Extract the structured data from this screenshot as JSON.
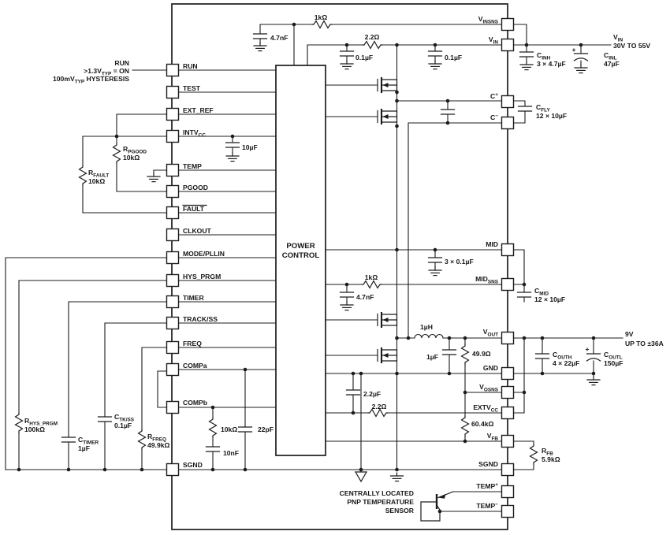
{
  "colors": {
    "ink": "#1c1c1c",
    "background": "#ffffff"
  },
  "ic": {
    "line1": "POWER",
    "line2": "CONTROL"
  },
  "run_note": {
    "l1": "RUN",
    "l2_pre": ">1.3V",
    "l2_sub": "TYP",
    "l2_post": " = ON",
    "l3_pre": "100mV",
    "l3_sub": "TYP",
    "l3_post": " HYSTERESIS"
  },
  "pins_left": [
    {
      "pre": "RUN"
    },
    {
      "pre": "TEST"
    },
    {
      "pre": "EXT_REF"
    },
    {
      "pre": "INTV",
      "sub": "CC"
    },
    {
      "pre": "TEMP"
    },
    {
      "pre": "PGOOD"
    },
    {
      "pre": "FAULT"
    },
    {
      "pre": "CLKOUT"
    },
    {
      "pre": "MODE/PLLIN"
    },
    {
      "pre": "HYS_PRGM"
    },
    {
      "pre": "TIMER"
    },
    {
      "pre": "TRACK/SS"
    },
    {
      "pre": "FREQ"
    },
    {
      "pre": "COMPa"
    },
    {
      "pre": "COMPb"
    },
    {
      "pre": "SGND"
    }
  ],
  "pins_right": [
    {
      "pre": "V",
      "sub": "INSNS"
    },
    {
      "pre": "V",
      "sub": "IN"
    },
    {
      "pre": "C",
      "sup": "+"
    },
    {
      "pre": "C",
      "sup": "−"
    },
    {
      "pre": "MID"
    },
    {
      "pre": "MID",
      "sub": "SNS"
    },
    {
      "pre": "V",
      "sub": "OUT"
    },
    {
      "pre": "GND"
    },
    {
      "pre": "V",
      "sub": "OSNS"
    },
    {
      "pre": "EXTV",
      "sub": "CC"
    },
    {
      "pre": "V",
      "sub": "FB"
    },
    {
      "pre": "SGND"
    },
    {
      "pre": "TEMP",
      "sup": "+"
    },
    {
      "pre": "TEMP",
      "sup": "−"
    }
  ],
  "values": {
    "r_top": "1kΩ",
    "c_top": "4.7nF",
    "r_vin": "2.2Ω",
    "c_vin_a": "0.1µF",
    "c_vin_b": "0.1µF",
    "cinh": {
      "pre": "C",
      "sub": "INH",
      "val": "3 × 4.7µF"
    },
    "cinl": {
      "pre": "C",
      "sub": "INL",
      "val": "47µF",
      "plus": "+"
    },
    "cfly": {
      "pre": "C",
      "sub": "FLY",
      "val": "12 × 10µF"
    },
    "rpgood": {
      "pre": "R",
      "sub": "PGOOD",
      "val": "10kΩ"
    },
    "rfault": {
      "pre": "R",
      "sub": "FAULT",
      "val": "10kΩ"
    },
    "c_intvcc": "10µF",
    "c_mid_hf": "3 × 0.1µF",
    "r_midsns": "1kΩ",
    "c_midsns": "4.7nF",
    "cmid": {
      "pre": "C",
      "sub": "MID",
      "val": "12 × 10µF"
    },
    "l_out": "1µH",
    "c_sw": "1µF",
    "r_sw": "49.9Ω",
    "couth": {
      "pre": "C",
      "sub": "OUTH",
      "val": "4 × 22µF"
    },
    "coutl": {
      "pre": "C",
      "sub": "OUTL",
      "val": "150µF",
      "plus": "+"
    },
    "c_extv": "2.2µF",
    "r_extv": "2.2Ω",
    "r_fbtop": "60.4kΩ",
    "rfb": {
      "pre": "R",
      "sub": "FB",
      "val": "5.9kΩ"
    },
    "rhys": {
      "pre": "R",
      "sub": "HYS_PRGM",
      "val": "100kΩ"
    },
    "ctimer": {
      "pre": "C",
      "sub": "TIMER",
      "val": "1µF"
    },
    "ctkss": {
      "pre": "C",
      "sub": "TK/SS",
      "val": "0.1µF"
    },
    "rfreq": {
      "pre": "R",
      "sub": "FREQ",
      "val": "49.9kΩ"
    },
    "r_comp": "10kΩ",
    "c_comp": "10nF",
    "c_comp2": "22pF"
  },
  "io": {
    "vin_pre": "V",
    "vin_sub": "IN",
    "vin_range": "30V TO 55V",
    "vout": "9V",
    "vout_current": "UP TO ±36A"
  },
  "sensor": {
    "l1": "CENTRALLY LOCATED",
    "l2": "PNP TEMPERATURE",
    "l3": "SENSOR"
  }
}
